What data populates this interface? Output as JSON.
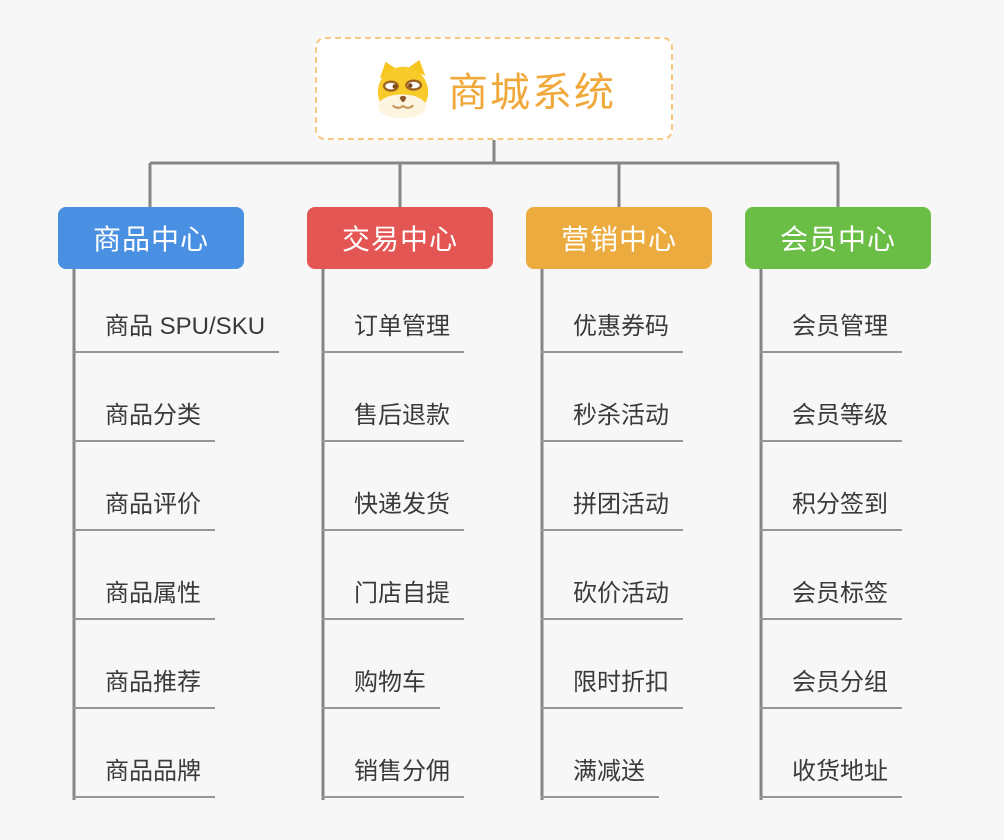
{
  "page": {
    "background_color": "#f7f7f7",
    "connector_color": "#858585",
    "underline_color": "#969696"
  },
  "root": {
    "title": "商城系统",
    "icon": "doge-face-icon",
    "text_color": "#f0a83b",
    "border_color": "#f7c883"
  },
  "branches": [
    {
      "label": "商品中心",
      "color": "#4a90e2",
      "items": [
        "商品 SPU/SKU",
        "商品分类",
        "商品评价",
        "商品属性",
        "商品推荐",
        "商品品牌"
      ]
    },
    {
      "label": "交易中心",
      "color": "#e45653",
      "items": [
        "订单管理",
        "售后退款",
        "快递发货",
        "门店自提",
        "购物车",
        "销售分佣"
      ]
    },
    {
      "label": "营销中心",
      "color": "#ecab3f",
      "items": [
        "优惠券码",
        "秒杀活动",
        "拼团活动",
        "砍价活动",
        "限时折扣",
        "满减送"
      ]
    },
    {
      "label": "会员中心",
      "color": "#6bbe45",
      "items": [
        "会员管理",
        "会员等级",
        "积分签到",
        "会员标签",
        "会员分组",
        "收货地址"
      ]
    }
  ]
}
